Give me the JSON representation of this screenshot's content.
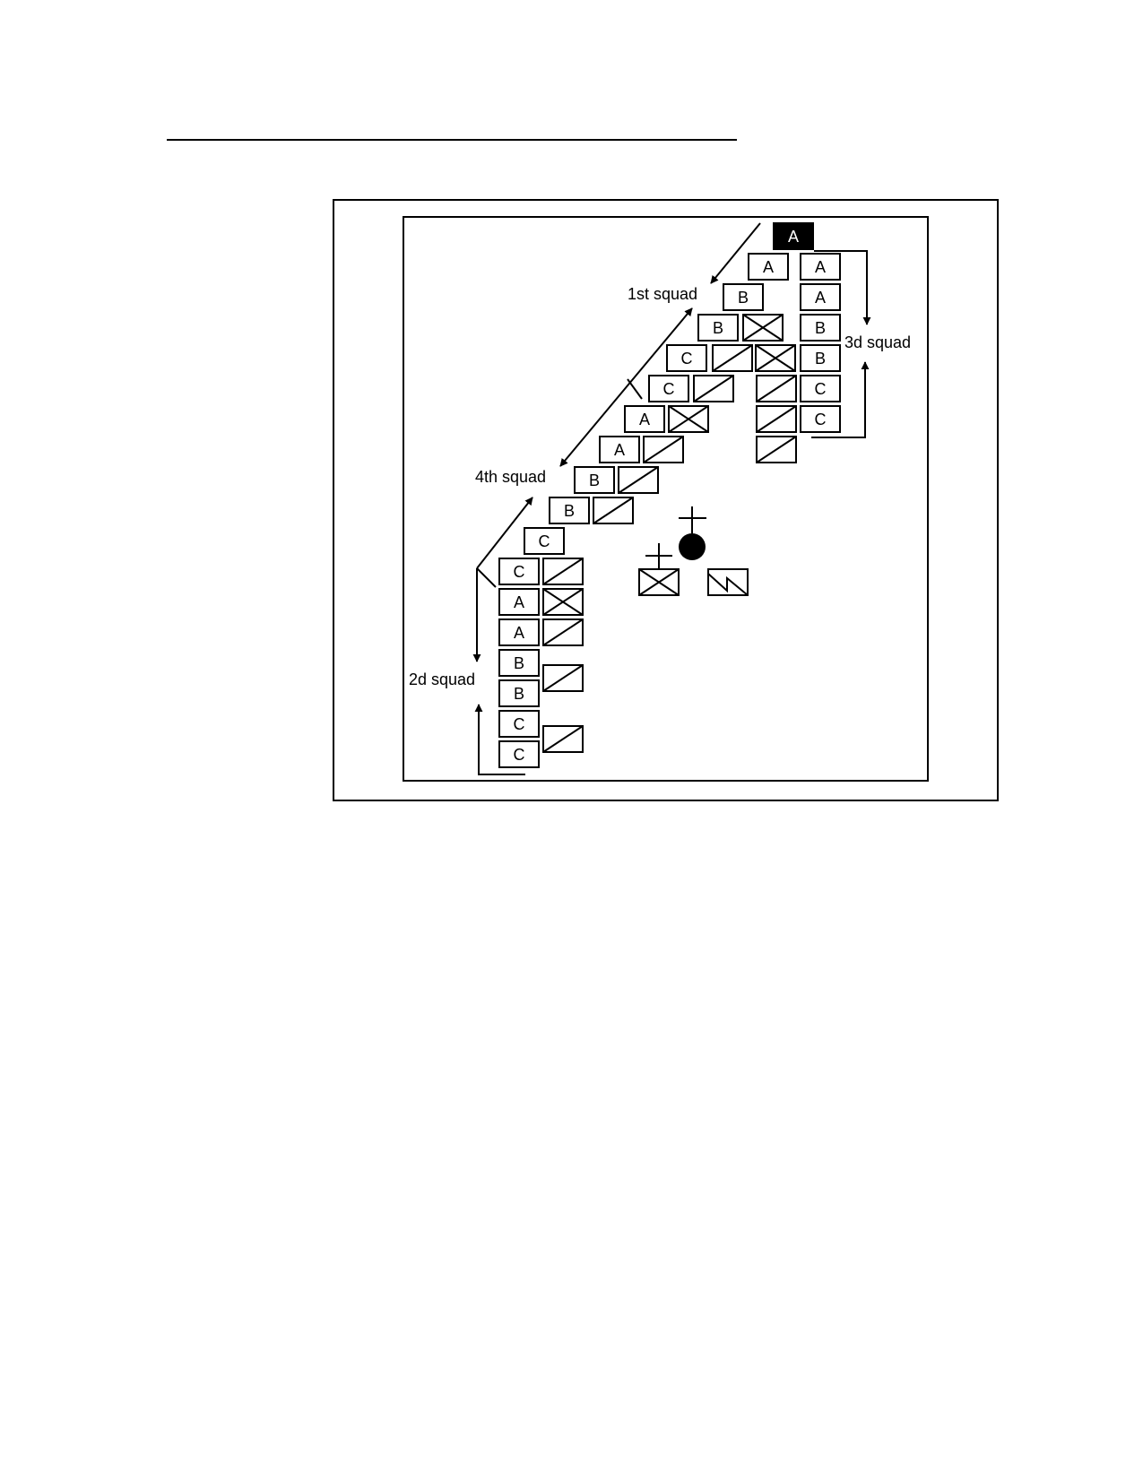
{
  "figure": {
    "labels": {
      "squad1": "1st squad",
      "squad2": "2d squad",
      "squad3": "3d squad",
      "squad4": "4th squad"
    },
    "soldiers": [
      {
        "letter": "A",
        "lead": true
      },
      {
        "letter": "A"
      },
      {
        "letter": "B"
      },
      {
        "letter": "B"
      },
      {
        "letter": "C"
      },
      {
        "letter": "C"
      },
      {
        "letter": "A"
      },
      {
        "letter": "A"
      },
      {
        "letter": "B"
      },
      {
        "letter": "B"
      },
      {
        "letter": "C"
      },
      {
        "letter": "C"
      },
      {
        "letter": "A"
      },
      {
        "letter": "A"
      },
      {
        "letter": "B"
      },
      {
        "letter": "B"
      },
      {
        "letter": "C"
      },
      {
        "letter": "C"
      },
      {
        "letter": "A"
      },
      {
        "letter": "A"
      },
      {
        "letter": "B"
      },
      {
        "letter": "B"
      },
      {
        "letter": "C"
      },
      {
        "letter": "C"
      }
    ]
  }
}
